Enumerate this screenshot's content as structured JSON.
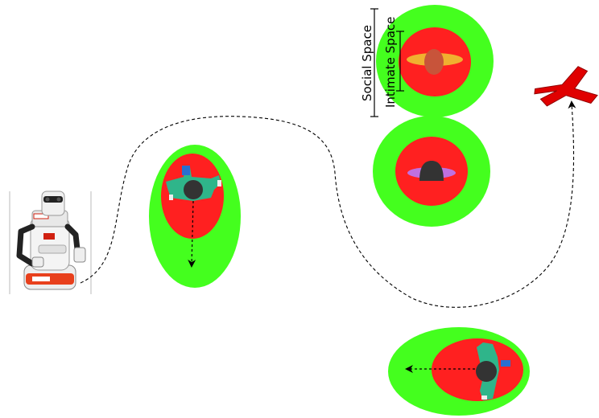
{
  "labels": {
    "social_space": "Social Space",
    "intimate_space": "Intimate Space"
  },
  "colors": {
    "social_space": "#44ff1e",
    "intimate_space": "#ff2020",
    "goal_marker": "#e00000",
    "path": "#000000",
    "background": "#ffffff"
  },
  "elements": {
    "robot": "robot",
    "goal": "goal-x-marker",
    "path": "dashed-robot-path",
    "people": [
      "person-standing-top",
      "person-standing-middle",
      "person-walking-down",
      "person-walking-left"
    ]
  }
}
